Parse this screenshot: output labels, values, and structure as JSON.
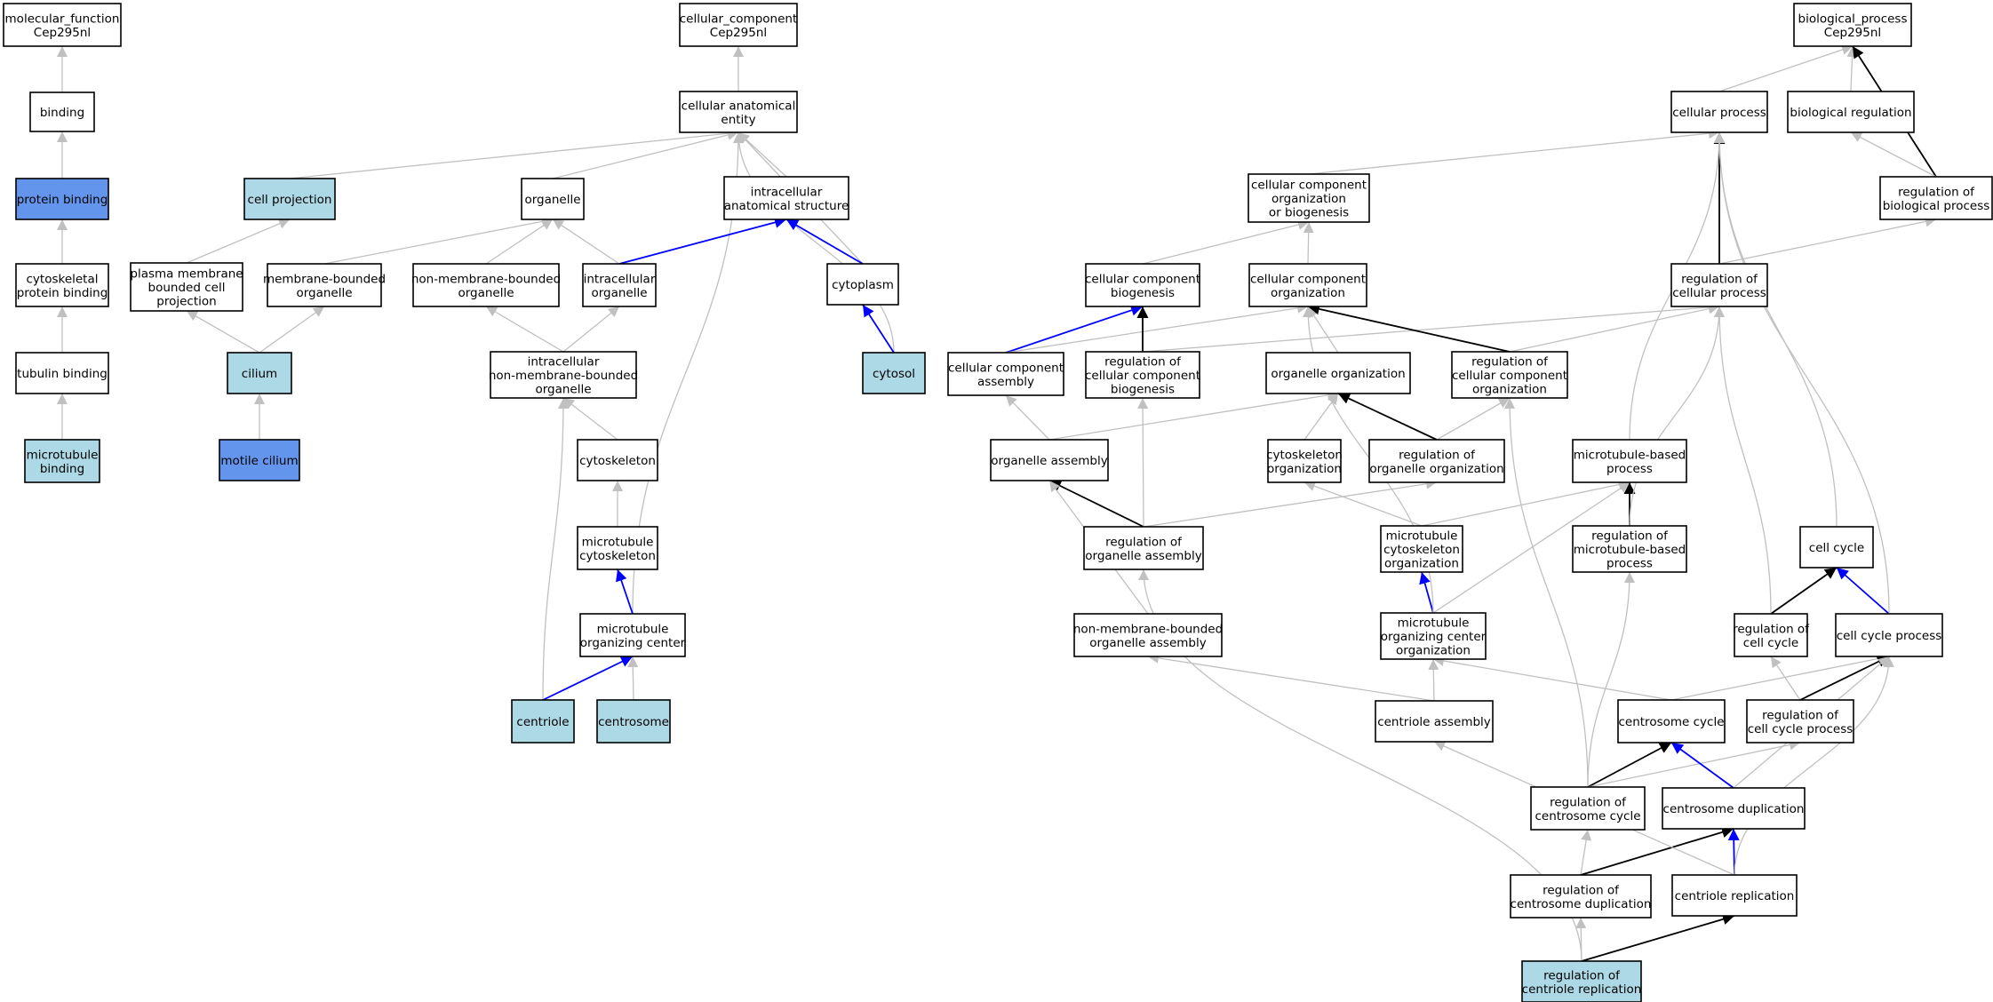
{
  "colors": {
    "plain": "#ffffff",
    "light": "#add8e6",
    "blue": "#6495ed",
    "edge_gray": "#c0c0c0",
    "edge_black": "#000000",
    "edge_blue": "#0000ff",
    "border": "#000000"
  },
  "nodes": [
    {
      "id": "mf",
      "lines": [
        "molecular_function",
        "Cep295nl"
      ],
      "fill": "plain"
    },
    {
      "id": "binding",
      "lines": [
        "binding"
      ],
      "fill": "plain"
    },
    {
      "id": "protbind",
      "lines": [
        "protein binding"
      ],
      "fill": "blue"
    },
    {
      "id": "cytoprot",
      "lines": [
        "cytoskeletal",
        "protein binding"
      ],
      "fill": "plain"
    },
    {
      "id": "tubulin",
      "lines": [
        "tubulin binding"
      ],
      "fill": "plain"
    },
    {
      "id": "mtbind",
      "lines": [
        "microtubule",
        "binding"
      ],
      "fill": "light"
    },
    {
      "id": "cc",
      "lines": [
        "cellular_component",
        "Cep295nl"
      ],
      "fill": "plain"
    },
    {
      "id": "cae",
      "lines": [
        "cellular anatomical",
        "entity"
      ],
      "fill": "plain"
    },
    {
      "id": "cellproj",
      "lines": [
        "cell projection"
      ],
      "fill": "light"
    },
    {
      "id": "organelle",
      "lines": [
        "organelle"
      ],
      "fill": "plain"
    },
    {
      "id": "ias",
      "lines": [
        "intracellular",
        "anatomical structure"
      ],
      "fill": "plain"
    },
    {
      "id": "pmbcp",
      "lines": [
        "plasma membrane",
        "bounded cell",
        "projection"
      ],
      "fill": "plain"
    },
    {
      "id": "mbo",
      "lines": [
        "membrane-bounded",
        "organelle"
      ],
      "fill": "plain"
    },
    {
      "id": "nmbo",
      "lines": [
        "non-membrane-bounded",
        "organelle"
      ],
      "fill": "plain"
    },
    {
      "id": "io",
      "lines": [
        "intracellular",
        "organelle"
      ],
      "fill": "plain"
    },
    {
      "id": "cytoplasm",
      "lines": [
        "cytoplasm"
      ],
      "fill": "plain"
    },
    {
      "id": "cilium",
      "lines": [
        "cilium"
      ],
      "fill": "light"
    },
    {
      "id": "inmbo",
      "lines": [
        "intracellular",
        "non-membrane-bounded",
        "organelle"
      ],
      "fill": "plain"
    },
    {
      "id": "cytosol",
      "lines": [
        "cytosol"
      ],
      "fill": "light"
    },
    {
      "id": "motile",
      "lines": [
        "motile cilium"
      ],
      "fill": "blue"
    },
    {
      "id": "cytoskel",
      "lines": [
        "cytoskeleton"
      ],
      "fill": "plain"
    },
    {
      "id": "mtcyto",
      "lines": [
        "microtubule",
        "cytoskeleton"
      ],
      "fill": "plain"
    },
    {
      "id": "mtoc",
      "lines": [
        "microtubule",
        "organizing center"
      ],
      "fill": "plain"
    },
    {
      "id": "centriole",
      "lines": [
        "centriole"
      ],
      "fill": "light"
    },
    {
      "id": "centrosome",
      "lines": [
        "centrosome"
      ],
      "fill": "light"
    },
    {
      "id": "bp",
      "lines": [
        "biological_process",
        "Cep295nl"
      ],
      "fill": "plain"
    },
    {
      "id": "cellproc",
      "lines": [
        "cellular process"
      ],
      "fill": "plain"
    },
    {
      "id": "bioreg",
      "lines": [
        "biological regulation"
      ],
      "fill": "plain"
    },
    {
      "id": "regbio",
      "lines": [
        "regulation of",
        "biological process"
      ],
      "fill": "plain"
    },
    {
      "id": "ccob",
      "lines": [
        "cellular component",
        "organization",
        "or biogenesis"
      ],
      "fill": "plain"
    },
    {
      "id": "ccbio",
      "lines": [
        "cellular component",
        "biogenesis"
      ],
      "fill": "plain"
    },
    {
      "id": "ccorg",
      "lines": [
        "cellular component",
        "organization"
      ],
      "fill": "plain"
    },
    {
      "id": "regcell",
      "lines": [
        "regulation of",
        "cellular process"
      ],
      "fill": "plain"
    },
    {
      "id": "ccasm",
      "lines": [
        "cellular component",
        "assembly"
      ],
      "fill": "plain"
    },
    {
      "id": "regccbio",
      "lines": [
        "regulation of",
        "cellular component",
        "biogenesis"
      ],
      "fill": "plain"
    },
    {
      "id": "orgorg",
      "lines": [
        "organelle organization"
      ],
      "fill": "plain"
    },
    {
      "id": "regccorg",
      "lines": [
        "regulation of",
        "cellular component",
        "organization"
      ],
      "fill": "plain"
    },
    {
      "id": "orgasm",
      "lines": [
        "organelle assembly"
      ],
      "fill": "plain"
    },
    {
      "id": "cytoorg",
      "lines": [
        "cytoskeleton",
        "organization"
      ],
      "fill": "plain"
    },
    {
      "id": "regorgorg",
      "lines": [
        "regulation of",
        "organelle organization"
      ],
      "fill": "plain"
    },
    {
      "id": "mtbp",
      "lines": [
        "microtubule-based",
        "process"
      ],
      "fill": "plain"
    },
    {
      "id": "regorgasm",
      "lines": [
        "regulation of",
        "organelle assembly"
      ],
      "fill": "plain"
    },
    {
      "id": "mtcytoorg",
      "lines": [
        "microtubule",
        "cytoskeleton",
        "organization"
      ],
      "fill": "plain"
    },
    {
      "id": "regmtbp",
      "lines": [
        "regulation of",
        "microtubule-based",
        "process"
      ],
      "fill": "plain"
    },
    {
      "id": "cellcycle",
      "lines": [
        "cell cycle"
      ],
      "fill": "plain"
    },
    {
      "id": "nmboasm",
      "lines": [
        "non-membrane-bounded",
        "organelle assembly"
      ],
      "fill": "plain"
    },
    {
      "id": "mtocorg",
      "lines": [
        "microtubule",
        "organizing center",
        "organization"
      ],
      "fill": "plain"
    },
    {
      "id": "regcc",
      "lines": [
        "regulation of",
        "cell cycle"
      ],
      "fill": "plain"
    },
    {
      "id": "ccproc",
      "lines": [
        "cell cycle process"
      ],
      "fill": "plain"
    },
    {
      "id": "centasm",
      "lines": [
        "centriole assembly"
      ],
      "fill": "plain"
    },
    {
      "id": "centcyc",
      "lines": [
        "centrosome cycle"
      ],
      "fill": "plain"
    },
    {
      "id": "regccp",
      "lines": [
        "regulation of",
        "cell cycle process"
      ],
      "fill": "plain"
    },
    {
      "id": "regcentcyc",
      "lines": [
        "regulation of",
        "centrosome cycle"
      ],
      "fill": "plain"
    },
    {
      "id": "centdup",
      "lines": [
        "centrosome duplication"
      ],
      "fill": "plain"
    },
    {
      "id": "regcentdup",
      "lines": [
        "regulation of",
        "centrosome duplication"
      ],
      "fill": "plain"
    },
    {
      "id": "centrep",
      "lines": [
        "centriole replication"
      ],
      "fill": "plain"
    },
    {
      "id": "regcentrep",
      "lines": [
        "regulation of",
        "centriole replication"
      ],
      "fill": "light"
    }
  ],
  "edges": [
    [
      "binding",
      "mf",
      "gray"
    ],
    [
      "protbind",
      "binding",
      "gray"
    ],
    [
      "cytoprot",
      "protbind",
      "gray"
    ],
    [
      "tubulin",
      "cytoprot",
      "gray"
    ],
    [
      "mtbind",
      "tubulin",
      "gray"
    ],
    [
      "cae",
      "cc",
      "gray"
    ],
    [
      "cellproj",
      "cae",
      "gray"
    ],
    [
      "organelle",
      "cae",
      "gray"
    ],
    [
      "ias",
      "cae",
      "gray"
    ],
    [
      "cytoplasm",
      "cae",
      "gray"
    ],
    [
      "cytosol",
      "cae",
      "gray"
    ],
    [
      "mtoc",
      "cae",
      "gray"
    ],
    [
      "pmbcp",
      "cellproj",
      "gray"
    ],
    [
      "mbo",
      "organelle",
      "gray"
    ],
    [
      "nmbo",
      "organelle",
      "gray"
    ],
    [
      "io",
      "organelle",
      "gray"
    ],
    [
      "io",
      "ias",
      "blue"
    ],
    [
      "cytoplasm",
      "ias",
      "blue"
    ],
    [
      "cilium",
      "pmbcp",
      "gray"
    ],
    [
      "cilium",
      "mbo",
      "gray"
    ],
    [
      "inmbo",
      "nmbo",
      "gray"
    ],
    [
      "inmbo",
      "io",
      "gray"
    ],
    [
      "cytosol",
      "cytoplasm",
      "blue"
    ],
    [
      "motile",
      "cilium",
      "gray"
    ],
    [
      "cytoskel",
      "inmbo",
      "gray"
    ],
    [
      "centriole",
      "inmbo",
      "gray"
    ],
    [
      "mtcyto",
      "cytoskel",
      "gray"
    ],
    [
      "mtoc",
      "mtcyto",
      "blue"
    ],
    [
      "centriole",
      "mtoc",
      "blue"
    ],
    [
      "centrosome",
      "mtoc",
      "gray"
    ],
    [
      "cellproc",
      "bp",
      "gray"
    ],
    [
      "bioreg",
      "bp",
      "gray"
    ],
    [
      "regbio",
      "bp",
      "black"
    ],
    [
      "regbio",
      "bioreg",
      "gray"
    ],
    [
      "ccob",
      "cellproc",
      "gray"
    ],
    [
      "regcell",
      "cellproc",
      "black"
    ],
    [
      "regcell",
      "regbio",
      "gray"
    ],
    [
      "ccbio",
      "ccob",
      "gray"
    ],
    [
      "ccorg",
      "ccob",
      "gray"
    ],
    [
      "ccasm",
      "ccbio",
      "blue"
    ],
    [
      "ccasm",
      "ccorg",
      "gray"
    ],
    [
      "regccbio",
      "ccbio",
      "black"
    ],
    [
      "regccbio",
      "regcell",
      "gray"
    ],
    [
      "orgorg",
      "ccorg",
      "gray"
    ],
    [
      "regccorg",
      "ccorg",
      "black"
    ],
    [
      "regccorg",
      "regcell",
      "gray"
    ],
    [
      "orgasm",
      "ccasm",
      "gray"
    ],
    [
      "orgasm",
      "orgorg",
      "gray"
    ],
    [
      "cytoorg",
      "orgorg",
      "gray"
    ],
    [
      "regorgorg",
      "orgorg",
      "black"
    ],
    [
      "regorgorg",
      "regccorg",
      "gray"
    ],
    [
      "regorgasm",
      "orgasm",
      "black"
    ],
    [
      "regorgasm",
      "regccbio",
      "gray"
    ],
    [
      "regorgasm",
      "regorgorg",
      "gray"
    ],
    [
      "mtcytoorg",
      "cytoorg",
      "gray"
    ],
    [
      "mtcytoorg",
      "mtbp",
      "gray"
    ],
    [
      "mtbp",
      "cellproc",
      "gray"
    ],
    [
      "regmtbp",
      "mtbp",
      "black"
    ],
    [
      "regmtbp",
      "regcell",
      "gray"
    ],
    [
      "nmboasm",
      "orgasm",
      "gray"
    ],
    [
      "mtocorg",
      "mtcytoorg",
      "blue"
    ],
    [
      "mtocorg",
      "mtbp",
      "gray"
    ],
    [
      "mtocorg",
      "ccorg",
      "gray"
    ],
    [
      "cellcycle",
      "cellproc",
      "gray"
    ],
    [
      "regcc",
      "cellcycle",
      "black"
    ],
    [
      "regcc",
      "regcell",
      "gray"
    ],
    [
      "ccproc",
      "cellcycle",
      "blue"
    ],
    [
      "ccproc",
      "cellproc",
      "gray"
    ],
    [
      "centasm",
      "nmboasm",
      "gray"
    ],
    [
      "centasm",
      "mtocorg",
      "gray"
    ],
    [
      "centcyc",
      "mtocorg",
      "gray"
    ],
    [
      "centcyc",
      "ccproc",
      "gray"
    ],
    [
      "regccp",
      "ccproc",
      "black"
    ],
    [
      "regccp",
      "regcc",
      "gray"
    ],
    [
      "regcentcyc",
      "centcyc",
      "black"
    ],
    [
      "regcentcyc",
      "regccp",
      "gray"
    ],
    [
      "regcentcyc",
      "regmtbp",
      "gray"
    ],
    [
      "regcentcyc",
      "regccorg",
      "gray"
    ],
    [
      "centdup",
      "centcyc",
      "blue"
    ],
    [
      "centdup",
      "ccproc",
      "gray"
    ],
    [
      "regcentdup",
      "regcentcyc",
      "gray"
    ],
    [
      "regcentdup",
      "centdup",
      "black"
    ],
    [
      "centrep",
      "centdup",
      "blue"
    ],
    [
      "centrep",
      "centasm",
      "gray"
    ],
    [
      "centrep",
      "ccproc",
      "gray"
    ],
    [
      "regcentrep",
      "regcentdup",
      "gray"
    ],
    [
      "regcentrep",
      "centrep",
      "black"
    ],
    [
      "regcentrep",
      "regorgasm",
      "gray"
    ]
  ]
}
